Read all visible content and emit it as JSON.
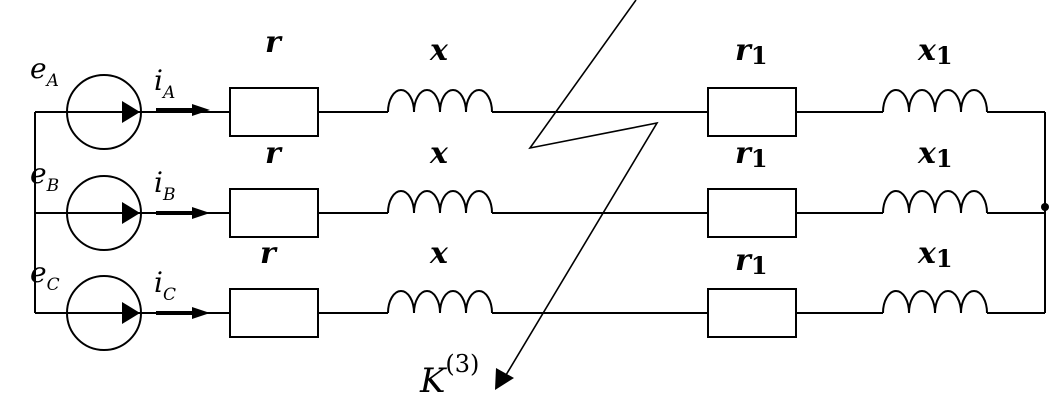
{
  "phases": [
    {
      "emf_symbol": "e",
      "emf_sub": "A",
      "current_symbol": "i",
      "current_sub": "A",
      "resistance": "r",
      "reactance": "x",
      "resistance1": "r",
      "resistance1_sub": "1",
      "reactance1": "x",
      "reactance1_sub": "1"
    },
    {
      "emf_symbol": "e",
      "emf_sub": "B",
      "current_symbol": "i",
      "current_sub": "B",
      "resistance": "r",
      "reactance": "x",
      "resistance1": "r",
      "resistance1_sub": "1",
      "reactance1": "x",
      "reactance1_sub": "1"
    },
    {
      "emf_symbol": "e",
      "emf_sub": "C",
      "current_symbol": "i",
      "current_sub": "C",
      "resistance": "r",
      "reactance": "x",
      "resistance1": "r",
      "resistance1_sub": "1",
      "reactance1": "x",
      "reactance1_sub": "1"
    }
  ],
  "fault": {
    "symbol": "K",
    "superscript": "(3)"
  }
}
